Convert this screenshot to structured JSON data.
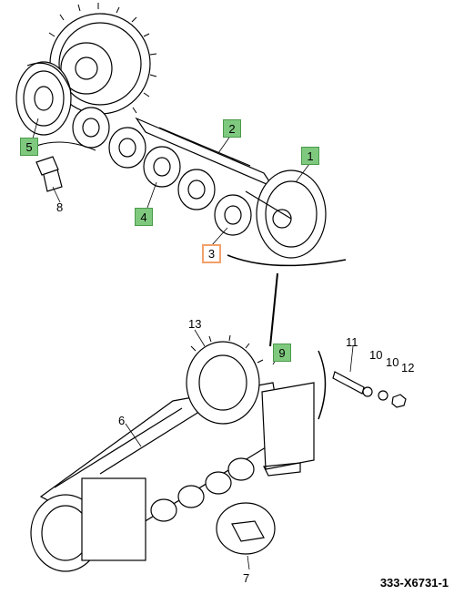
{
  "callouts": {
    "c1": "1",
    "c2": "2",
    "c3": "3",
    "c4": "4",
    "c5": "5",
    "c6": "6",
    "c7": "7",
    "c8": "8",
    "c9": "9",
    "c10a": "10",
    "c10b": "10",
    "c11": "11",
    "c12": "12",
    "c13": "13"
  },
  "figure_id": "333-X6731-1",
  "colors": {
    "highlight_green": "#7fc97f",
    "highlight_orange": "#f2a06a",
    "line": "#000000"
  }
}
